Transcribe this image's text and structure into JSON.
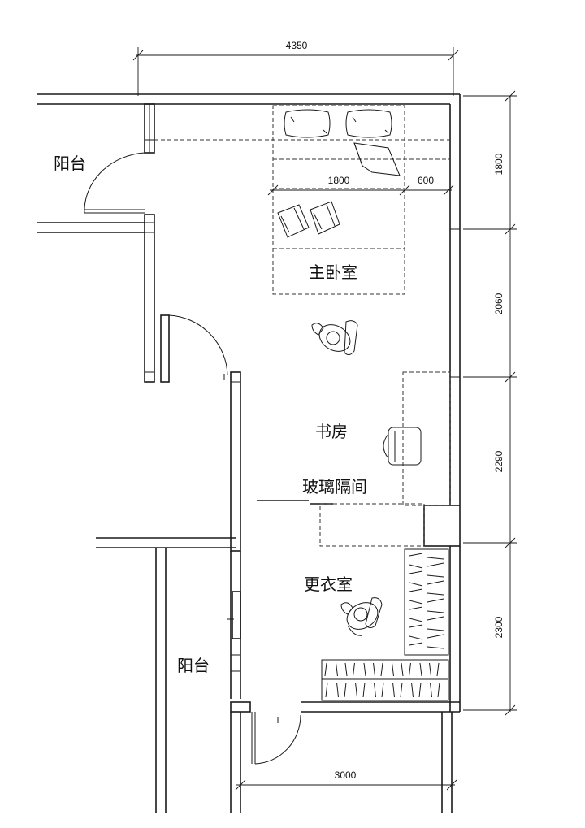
{
  "rooms": {
    "balcony_top": "阳台",
    "master_bedroom": "主卧室",
    "study": "书房",
    "glass_partition": "玻璃隔间",
    "dressing_room": "更衣室",
    "balcony_bottom": "阳台"
  },
  "dimensions": {
    "top_width": "4350",
    "bed_width": "1800",
    "bed_side": "600",
    "right_1": "1800",
    "right_2": "2060",
    "right_3": "2290",
    "right_4": "2300",
    "bottom_width": "3000"
  }
}
